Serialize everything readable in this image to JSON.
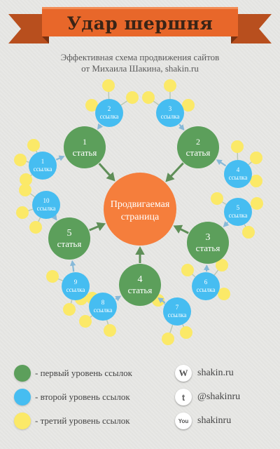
{
  "header": {
    "title": "Удар шершня",
    "subtitle_line1": "Эффективная схема продвижения сайтов",
    "subtitle_line2": "от Михаила Шакина, shakin.ru"
  },
  "colors": {
    "ribbon": "#e8672a",
    "center": "#f57e3c",
    "level1": "#5c9f5b",
    "level2": "#46bdf1",
    "level3": "#fbe968",
    "arrow": "#5f8f58"
  },
  "diagram": {
    "center_label_line1": "Продвигаемая",
    "center_label_line2": "страница",
    "articles": [
      {
        "num": "1",
        "word": "статья"
      },
      {
        "num": "2",
        "word": "статья"
      },
      {
        "num": "3",
        "word": "статья"
      },
      {
        "num": "4",
        "word": "статья"
      },
      {
        "num": "5",
        "word": "статья"
      }
    ],
    "links": [
      {
        "num": "1",
        "word": "ссылка"
      },
      {
        "num": "2",
        "word": "ссылка"
      },
      {
        "num": "3",
        "word": "ссылка"
      },
      {
        "num": "4",
        "word": "ссылка"
      },
      {
        "num": "5",
        "word": "ссылка"
      },
      {
        "num": "6",
        "word": "ссылка"
      },
      {
        "num": "7",
        "word": "ссылка"
      },
      {
        "num": "8",
        "word": "ссылка"
      },
      {
        "num": "9",
        "word": "ссылка"
      },
      {
        "num": "10",
        "word": "ссылка"
      }
    ]
  },
  "legend": [
    {
      "label": "- первый уровень ссылок",
      "color": "#5c9f5b"
    },
    {
      "label": "- второй уровень ссылок",
      "color": "#46bdf1"
    },
    {
      "label": "- третий уровень ссылок",
      "color": "#fbe968"
    }
  ],
  "social": [
    {
      "icon": "wordpress-icon",
      "glyph": "W",
      "label": "shakin.ru"
    },
    {
      "icon": "twitter-icon",
      "glyph": "t",
      "label": "@shakinru"
    },
    {
      "icon": "youtube-icon",
      "glyph": "You",
      "label": "shakinru"
    }
  ]
}
